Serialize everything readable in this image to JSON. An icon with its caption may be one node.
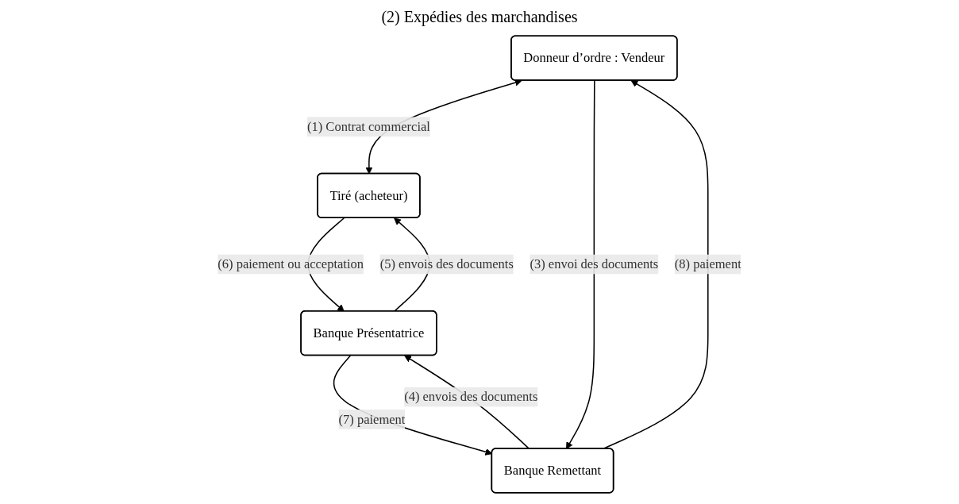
{
  "diagram": {
    "nodes": [
      {
        "text": [
          "Donneur d’ordre : Vendeur"
        ]
      },
      {
        "text": [
          "Tiré (acheteur)"
        ]
      },
      {
        "text": [
          "Banque Remettant"
        ]
      },
      {
        "text": [
          "Banque Présentatrice"
        ]
      }
    ],
    "edges": [
      {
        "from": 0,
        "to": 1,
        "arrow": "both",
        "label": "(1) Contrat commercial"
      },
      {
        "from": 0,
        "to": 2,
        "arrow": "to",
        "label": "(3) envoi des documents"
      },
      {
        "from": 2,
        "to": 0,
        "arrow": "to",
        "label": "(8) paiement"
      },
      {
        "from": 1,
        "to": 3,
        "arrow": "to",
        "label": "(6) paiement ou acceptation"
      },
      {
        "from": 3,
        "to": 1,
        "arrow": "to",
        "label": "(5) envois des documents"
      },
      {
        "from": 3,
        "to": 2,
        "arrow": "to",
        "label": "(7) paiement"
      },
      {
        "from": 2,
        "to": 3,
        "arrow": "to",
        "label": "(4) envois des documents"
      }
    ],
    "labels": [
      "(2) Expédies des marchandises"
    ]
  }
}
